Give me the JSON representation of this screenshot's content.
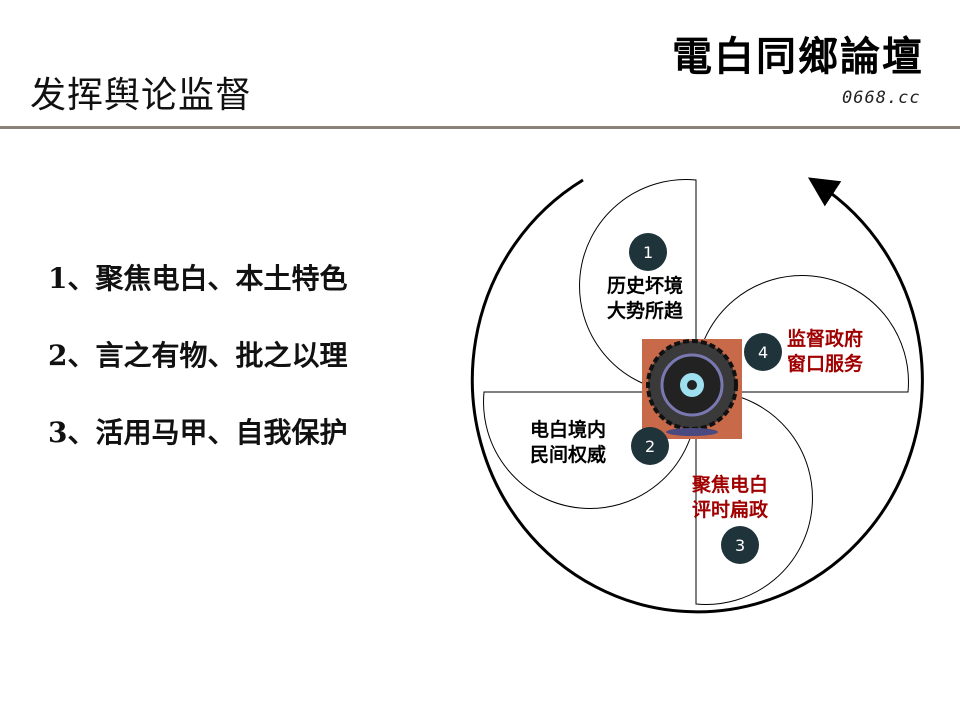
{
  "header": {
    "title": "发挥舆论监督",
    "logo_text": "電白同鄉論壇",
    "logo_url": "0668.cc"
  },
  "points": [
    "1、聚焦电白、本土特色",
    "2、言之有物、批之以理",
    "3、活用马甲、自我保护"
  ],
  "diagram": {
    "blades": [
      {
        "number": "1",
        "line1": "历史坏境",
        "line2": "大势所趋",
        "color": "#000000"
      },
      {
        "number": "2",
        "line1": "电白境内",
        "line2": "民间权威",
        "color": "#000000"
      },
      {
        "number": "3",
        "line1": "聚焦电白",
        "line2": "评时扁政",
        "color": "#a00000"
      },
      {
        "number": "4",
        "line1": "监督政府",
        "line2": "窗口服务",
        "color": "#a00000"
      }
    ],
    "badge_color": "#1f333b",
    "center_bg": "#c8694a"
  }
}
